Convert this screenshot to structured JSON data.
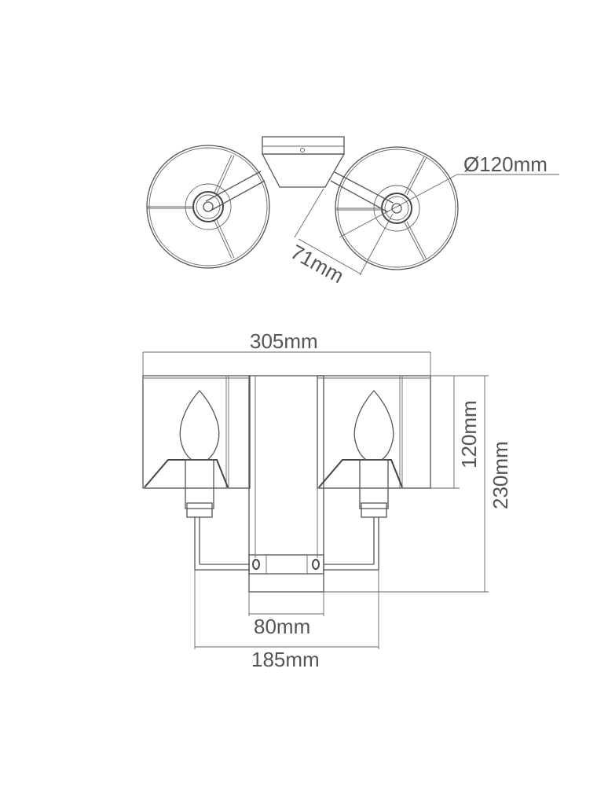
{
  "top_view": {
    "shade_diameter_label": "Ø120mm",
    "arm_offset_label": "71mm"
  },
  "front_view": {
    "overall_width_label": "305mm",
    "shade_height_label": "120mm",
    "overall_height_label": "230mm",
    "backplate_width_label": "80mm",
    "arm_span_label": "185mm"
  },
  "colors": {
    "line": "#555555",
    "background": "#ffffff"
  }
}
